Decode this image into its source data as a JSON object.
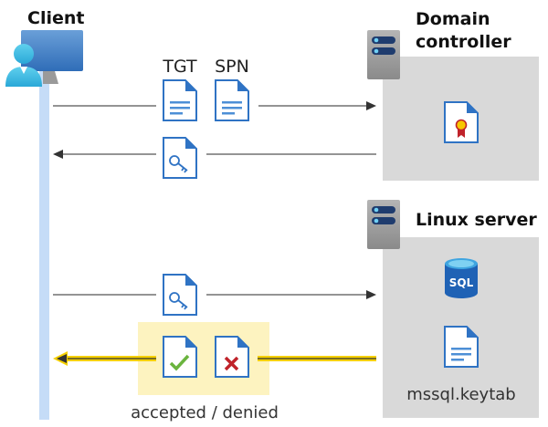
{
  "client": {
    "label": "Client"
  },
  "domain_controller": {
    "label_line1": "Domain",
    "label_line2": "controller"
  },
  "linux_server": {
    "label": "Linux server",
    "keytab_label": "mssql.keytab",
    "sql_icon_text": "SQL"
  },
  "messages": {
    "tgt_label": "TGT",
    "spn_label": "SPN",
    "result_label": "accepted / denied"
  },
  "colors": {
    "lifeline": "#c5dcf7",
    "server_box": "#d9d9d9",
    "highlight": "#fdf3c0",
    "highlight_arrow": "#f5d000",
    "doc_blue": "#2f73c4"
  }
}
